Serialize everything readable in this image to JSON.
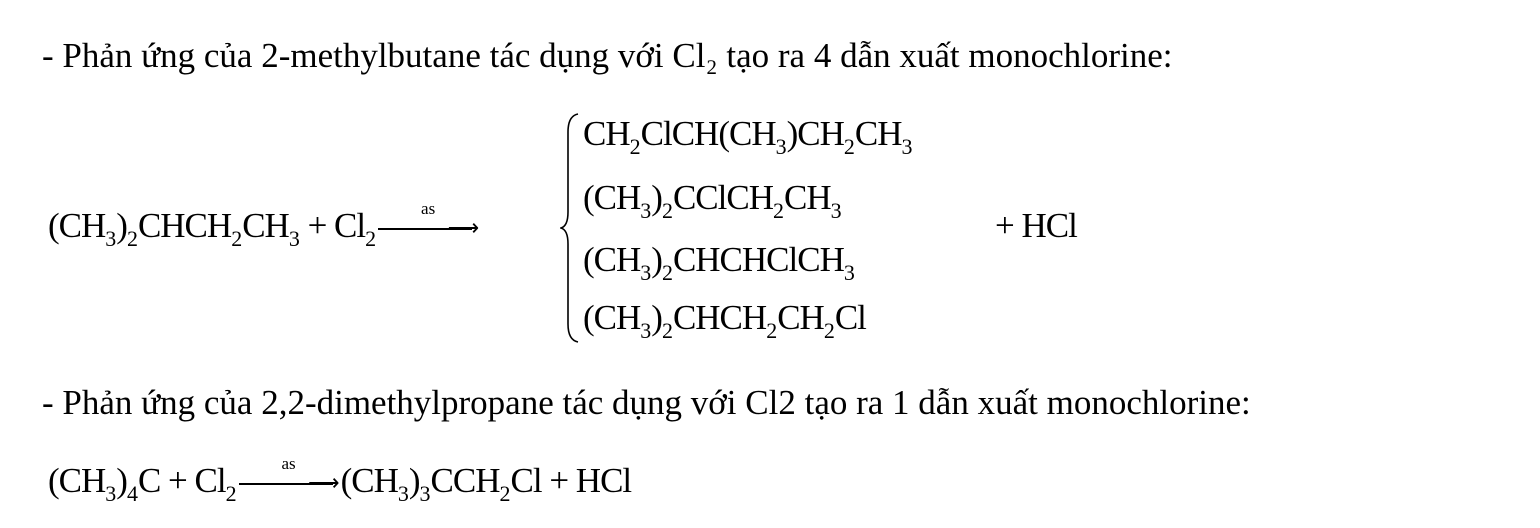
{
  "line1": "- Phản ứng của 2-methylbutane tác dụng với Cl₂ tạo ra 4 dẫn xuất monochlorine:",
  "eq1": {
    "reactants": [
      {
        "t": "(CH"
      },
      {
        "s": "3"
      },
      {
        "t": ")"
      },
      {
        "s": "2"
      },
      {
        "t": "CHCH"
      },
      {
        "s": "2"
      },
      {
        "t": "CH"
      },
      {
        "s": "3"
      },
      {
        "t": " + Cl"
      },
      {
        "s": "2"
      }
    ],
    "condition": "as",
    "products": [
      [
        {
          "t": "CH"
        },
        {
          "s": "2"
        },
        {
          "t": "ClCH(CH"
        },
        {
          "s": "3"
        },
        {
          "t": ")CH"
        },
        {
          "s": "2"
        },
        {
          "t": "CH"
        },
        {
          "s": "3"
        }
      ],
      [
        {
          "t": "(CH"
        },
        {
          "s": "3"
        },
        {
          "t": ")"
        },
        {
          "s": "2"
        },
        {
          "t": "CClCH"
        },
        {
          "s": "2"
        },
        {
          "t": "CH"
        },
        {
          "s": "3"
        }
      ],
      [
        {
          "t": "(CH"
        },
        {
          "s": "3"
        },
        {
          "t": ")"
        },
        {
          "s": "2"
        },
        {
          "t": "CHCHClCH"
        },
        {
          "s": "3"
        }
      ],
      [
        {
          "t": "(CH"
        },
        {
          "s": "3"
        },
        {
          "t": ")"
        },
        {
          "s": "2"
        },
        {
          "t": "CHCH"
        },
        {
          "s": "2"
        },
        {
          "t": "CH"
        },
        {
          "s": "2"
        },
        {
          "t": "Cl"
        }
      ]
    ],
    "byproduct": [
      {
        "t": "+ HCl"
      }
    ]
  },
  "line2": "- Phản ứng của 2,2-dimethylpropane tác dụng với Cl2 tạo ra 1 dẫn xuất monochlorine:",
  "eq2": {
    "reactants": [
      {
        "t": "(CH"
      },
      {
        "s": "3"
      },
      {
        "t": ")"
      },
      {
        "s": "4"
      },
      {
        "t": "C + Cl"
      },
      {
        "s": "2"
      }
    ],
    "condition": "as",
    "products": [
      {
        "t": "(CH"
      },
      {
        "s": "3"
      },
      {
        "t": ")"
      },
      {
        "s": "3"
      },
      {
        "t": "CCH"
      },
      {
        "s": "2"
      },
      {
        "t": "Cl + HCl"
      }
    ]
  }
}
